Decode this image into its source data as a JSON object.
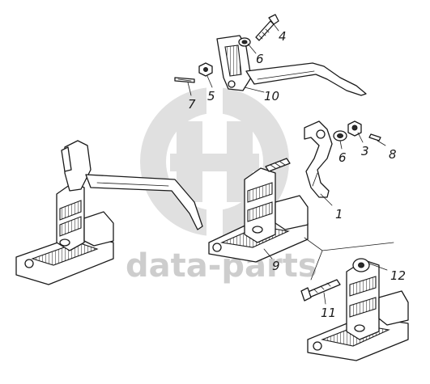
{
  "watermark": {
    "text": "data-parts",
    "color": "#bdbdbd"
  },
  "callouts": {
    "c1": "1",
    "c3": "3",
    "c4": "4",
    "c5": "5",
    "c6a": "6",
    "c6b": "6",
    "c7": "7",
    "c8": "8",
    "c9": "9",
    "c10": "10",
    "c11": "11",
    "c12": "12"
  }
}
